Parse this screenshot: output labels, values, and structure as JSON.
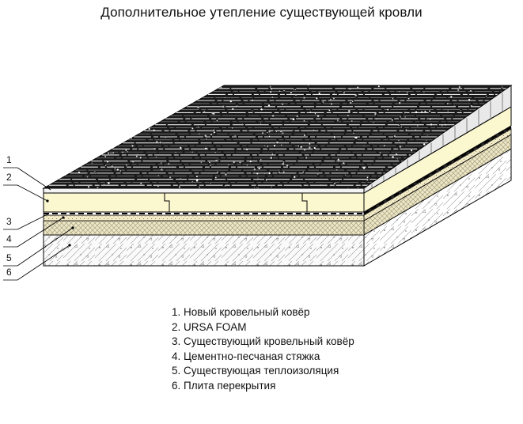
{
  "title": "Дополнительное утепление существующей кровли",
  "callouts": [
    "1",
    "2",
    "3",
    "4",
    "5",
    "6"
  ],
  "legend": [
    "1. Новый кровельный ковёр",
    "2. URSA FOAM",
    "3. Существующий кровельный ковёр",
    "4. Цементно-песчаная стяжка",
    "5. Существующая теплоизоляция",
    "6. Плита перекрытия"
  ],
  "colors": {
    "roofing": "#1a1a1a",
    "foam": "#fbf8d0",
    "old_roofing": "#202020",
    "screed": "#f6efc2",
    "old_insulation": "#ebe4be",
    "slab": "#f2f2f2",
    "outline": "#000000"
  }
}
